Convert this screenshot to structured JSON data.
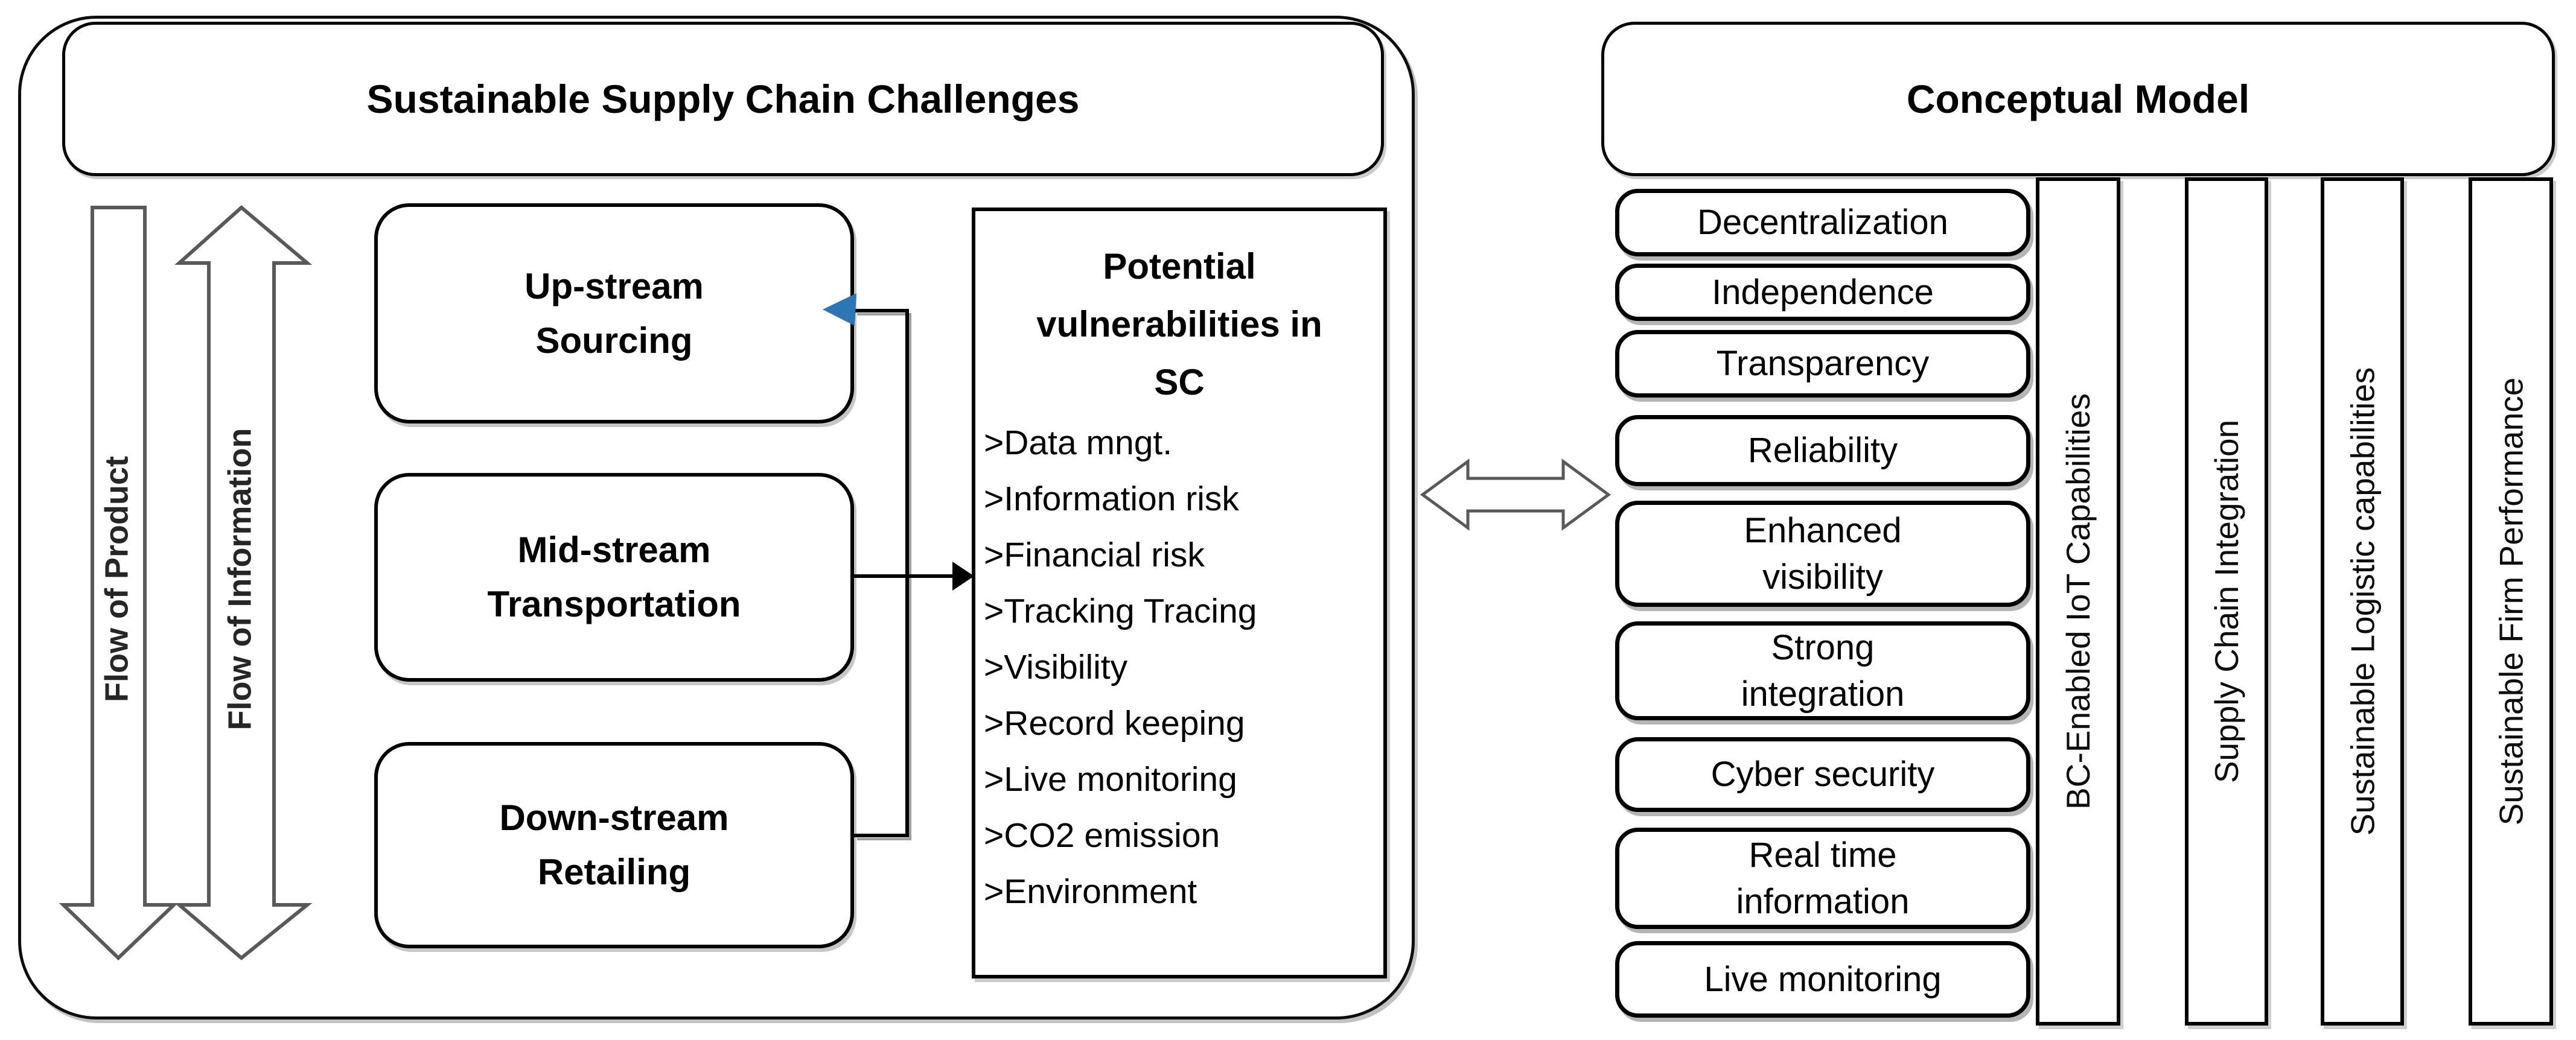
{
  "left_panel": {
    "title": "Sustainable Supply Chain Challenges",
    "flows": {
      "product": "Flow of Product",
      "information": "Flow of Information"
    },
    "stages": [
      {
        "label": "Up-stream\nSourcing"
      },
      {
        "label": "Mid-stream\nTransportation"
      },
      {
        "label": "Down-stream\nRetailing"
      }
    ],
    "vulnerabilities": {
      "title": "Potential\nvulnerabilities in\nSC",
      "items": [
        ">Data mngt.",
        ">Information risk",
        ">Financial risk",
        ">Tracking Tracing",
        ">Visibility",
        ">Record keeping",
        ">Live monitoring",
        ">CO2 emission",
        ">Environment"
      ]
    }
  },
  "right_panel": {
    "title": "Conceptual Model",
    "capabilities": [
      "Decentralization",
      "Independence",
      "Transparency",
      "Reliability",
      "Enhanced\nvisibility",
      "Strong\nintegration",
      "Cyber security",
      "Real time\ninformation",
      "Live monitoring"
    ],
    "pillars": [
      "BC-Enabled IoT Capabilities",
      "Supply Chain Integration",
      "Sustainable Logistic capabilities",
      "Sustainable Firm Performance"
    ]
  },
  "colors": {
    "line_black": "#000000",
    "arrow_outline_gray": "#595959",
    "accent_blue": "#2E75B6",
    "background": "#ffffff"
  }
}
